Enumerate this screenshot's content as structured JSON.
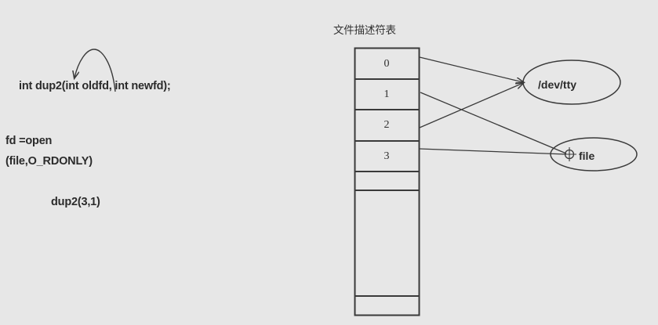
{
  "diagram": {
    "title": "文件描述符表",
    "background_color": "#e7e7e7",
    "stroke_color": "#3a3a3a",
    "code_notes": {
      "signature": "int dup2(int oldfd, int newfd);",
      "open_line_1": "fd =open",
      "open_line_2": "(file,O_RDONLY)",
      "dup2_call": "dup2(3,1)"
    },
    "fd_table": {
      "rows": [
        {
          "label": "0",
          "occupied": true
        },
        {
          "label": "1",
          "occupied": true
        },
        {
          "label": "2",
          "occupied": true
        },
        {
          "label": "3",
          "occupied": true
        },
        {
          "label": "",
          "occupied": false
        },
        {
          "label": "",
          "occupied": false
        },
        {
          "label": "",
          "occupied": false
        }
      ]
    },
    "targets": [
      {
        "id": "dev-tty",
        "label": "/dev/tty"
      },
      {
        "id": "file",
        "label": "file"
      }
    ],
    "connections": [
      {
        "from_row": "0",
        "to": "dev-tty"
      },
      {
        "from_row": "1",
        "to": "file"
      },
      {
        "from_row": "2",
        "to": "dev-tty"
      },
      {
        "from_row": "3",
        "to": "file"
      }
    ]
  }
}
